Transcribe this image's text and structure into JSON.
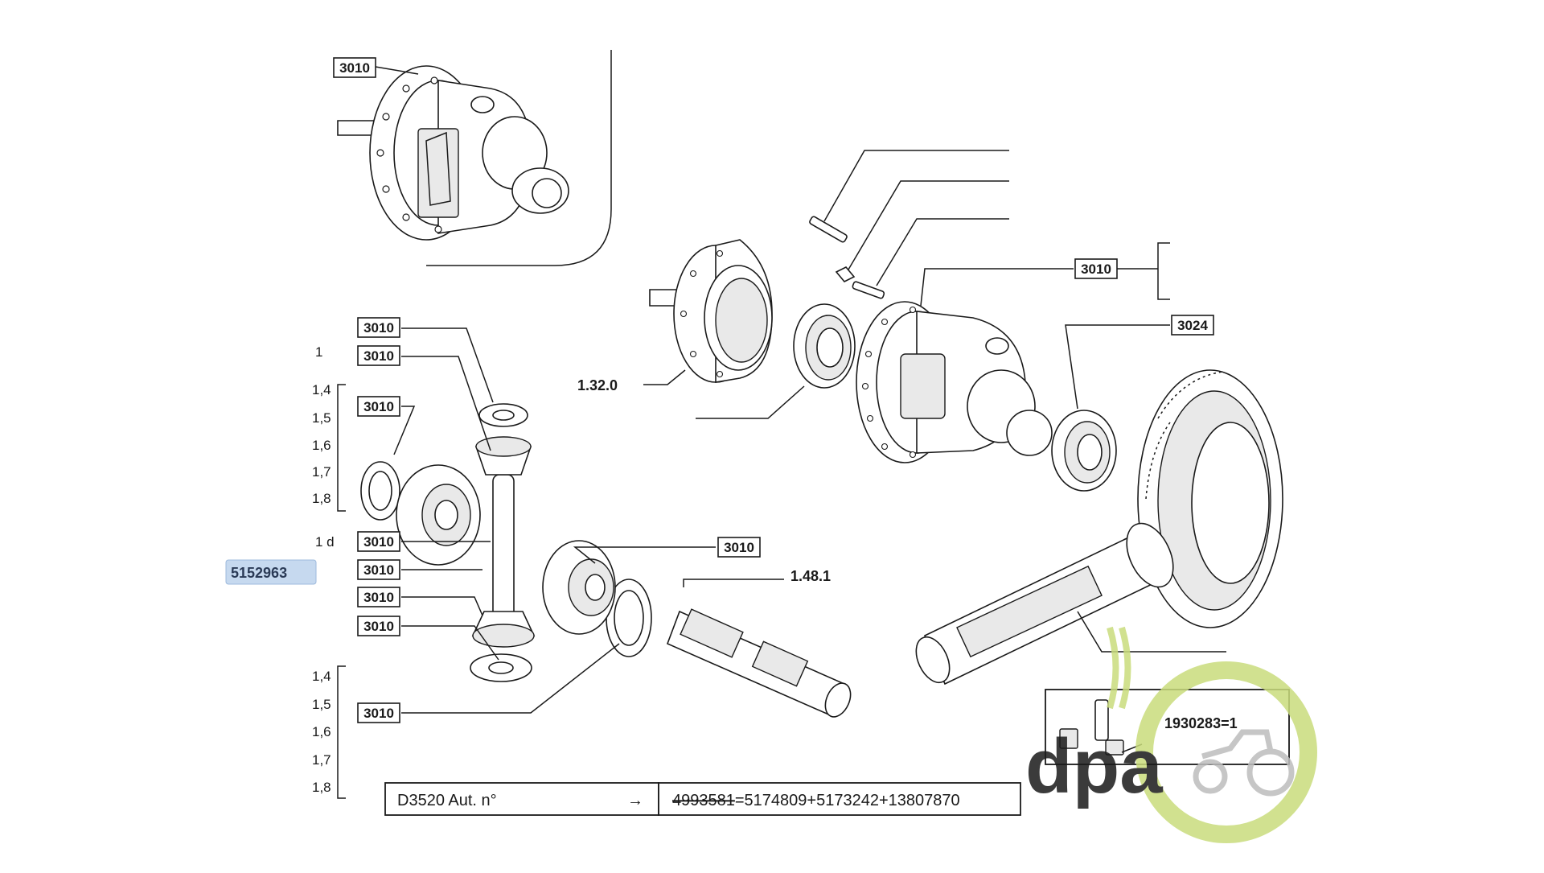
{
  "refs": {
    "r1": "3010",
    "r2": "3010",
    "r3": "3010",
    "r4": "3010",
    "r5": "3010",
    "r6": "3010",
    "r7": "3010",
    "r8": "3010",
    "r9": "3010",
    "r10": "3010",
    "r11": "3010",
    "r12": "3024"
  },
  "labels": {
    "group_a": "1.32.0",
    "group_b": "1.48.1"
  },
  "quantities": {
    "q_one_a": "1",
    "q_one_d": "1  d",
    "upper_list": [
      "1,4",
      "1,5",
      "1,6",
      "1,7",
      "1,8"
    ],
    "lower_list": [
      "1,4",
      "1,5",
      "1,6",
      "1,7",
      "1,8"
    ]
  },
  "highlight_part": "5152963",
  "kit_note": "1930283=1",
  "serial_table": {
    "model": "D3520 Aut. n°",
    "arrow": "→",
    "old_number": "4993581",
    "replacement": "=5174809+5173242+13807870"
  },
  "watermark": {
    "text": "dpa",
    "green": "#c9dc7c",
    "grey": "#bdbdbd"
  }
}
